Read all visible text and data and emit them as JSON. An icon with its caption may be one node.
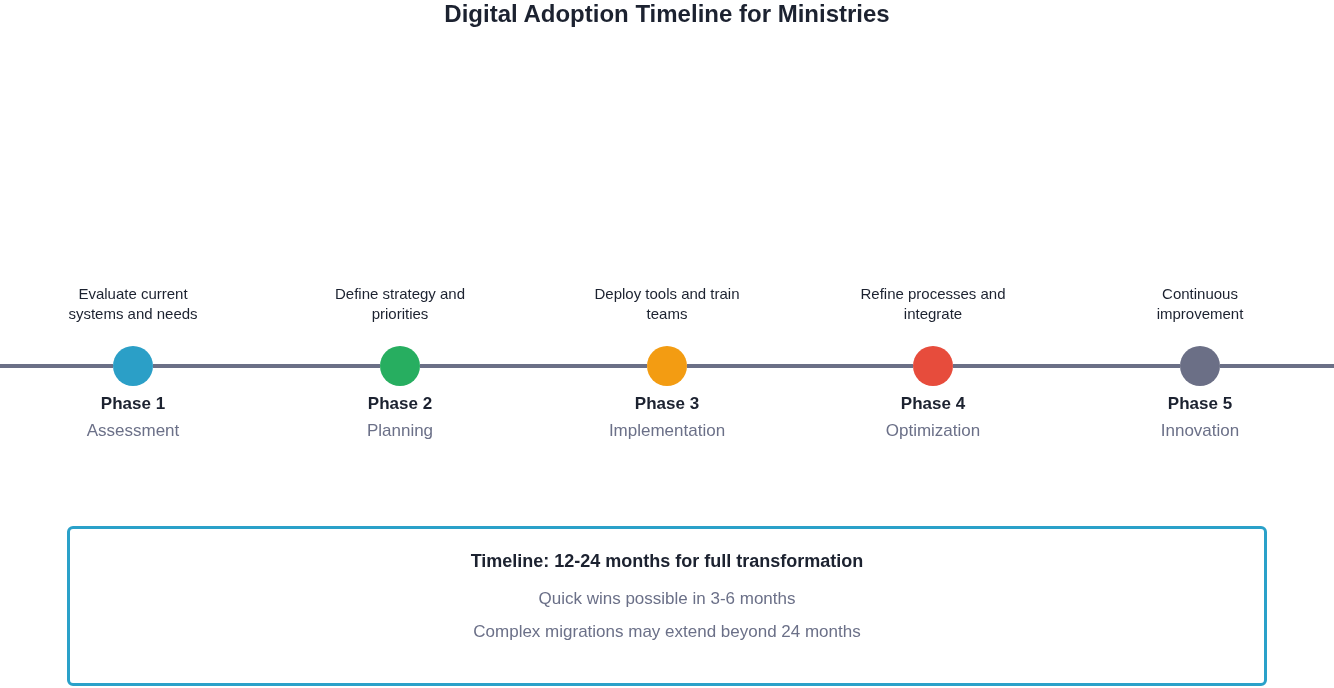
{
  "diagram": {
    "title": "Digital Adoption Timeline for Ministries",
    "nodes": [
      {
        "text": [
          "Phase 1",
          "Assessment"
        ],
        "beside": [
          "Evaluate current systems and needs"
        ]
      },
      {
        "text": [
          "Phase 2",
          "Planning"
        ],
        "beside": [
          "Define strategy and priorities"
        ]
      },
      {
        "text": [
          "Phase 3",
          "Implementation"
        ],
        "beside": [
          "Deploy tools and train teams"
        ]
      },
      {
        "text": [
          "Phase 4",
          "Optimization"
        ],
        "beside": [
          "Refine processes and integrate"
        ]
      },
      {
        "text": [
          "Phase 5",
          "Innovation"
        ],
        "beside": [
          "Continuous improvement"
        ]
      },
      {
        "text": [
          "Timeline: 12-24 months for full transformation",
          "Quick wins possible in 3-6 months",
          "Complex migrations may extend beyond 24 months"
        ]
      }
    ],
    "edges": [
      {
        "from": null,
        "to": 0,
        "arrow": "none"
      },
      {
        "from": 0,
        "to": 1,
        "arrow": "none"
      },
      {
        "from": 1,
        "to": 2,
        "arrow": "none"
      },
      {
        "from": 2,
        "to": 3,
        "arrow": "none"
      },
      {
        "from": 3,
        "to": 4,
        "arrow": "none"
      },
      {
        "from": 4,
        "to": null,
        "arrow": "none"
      }
    ]
  }
}
